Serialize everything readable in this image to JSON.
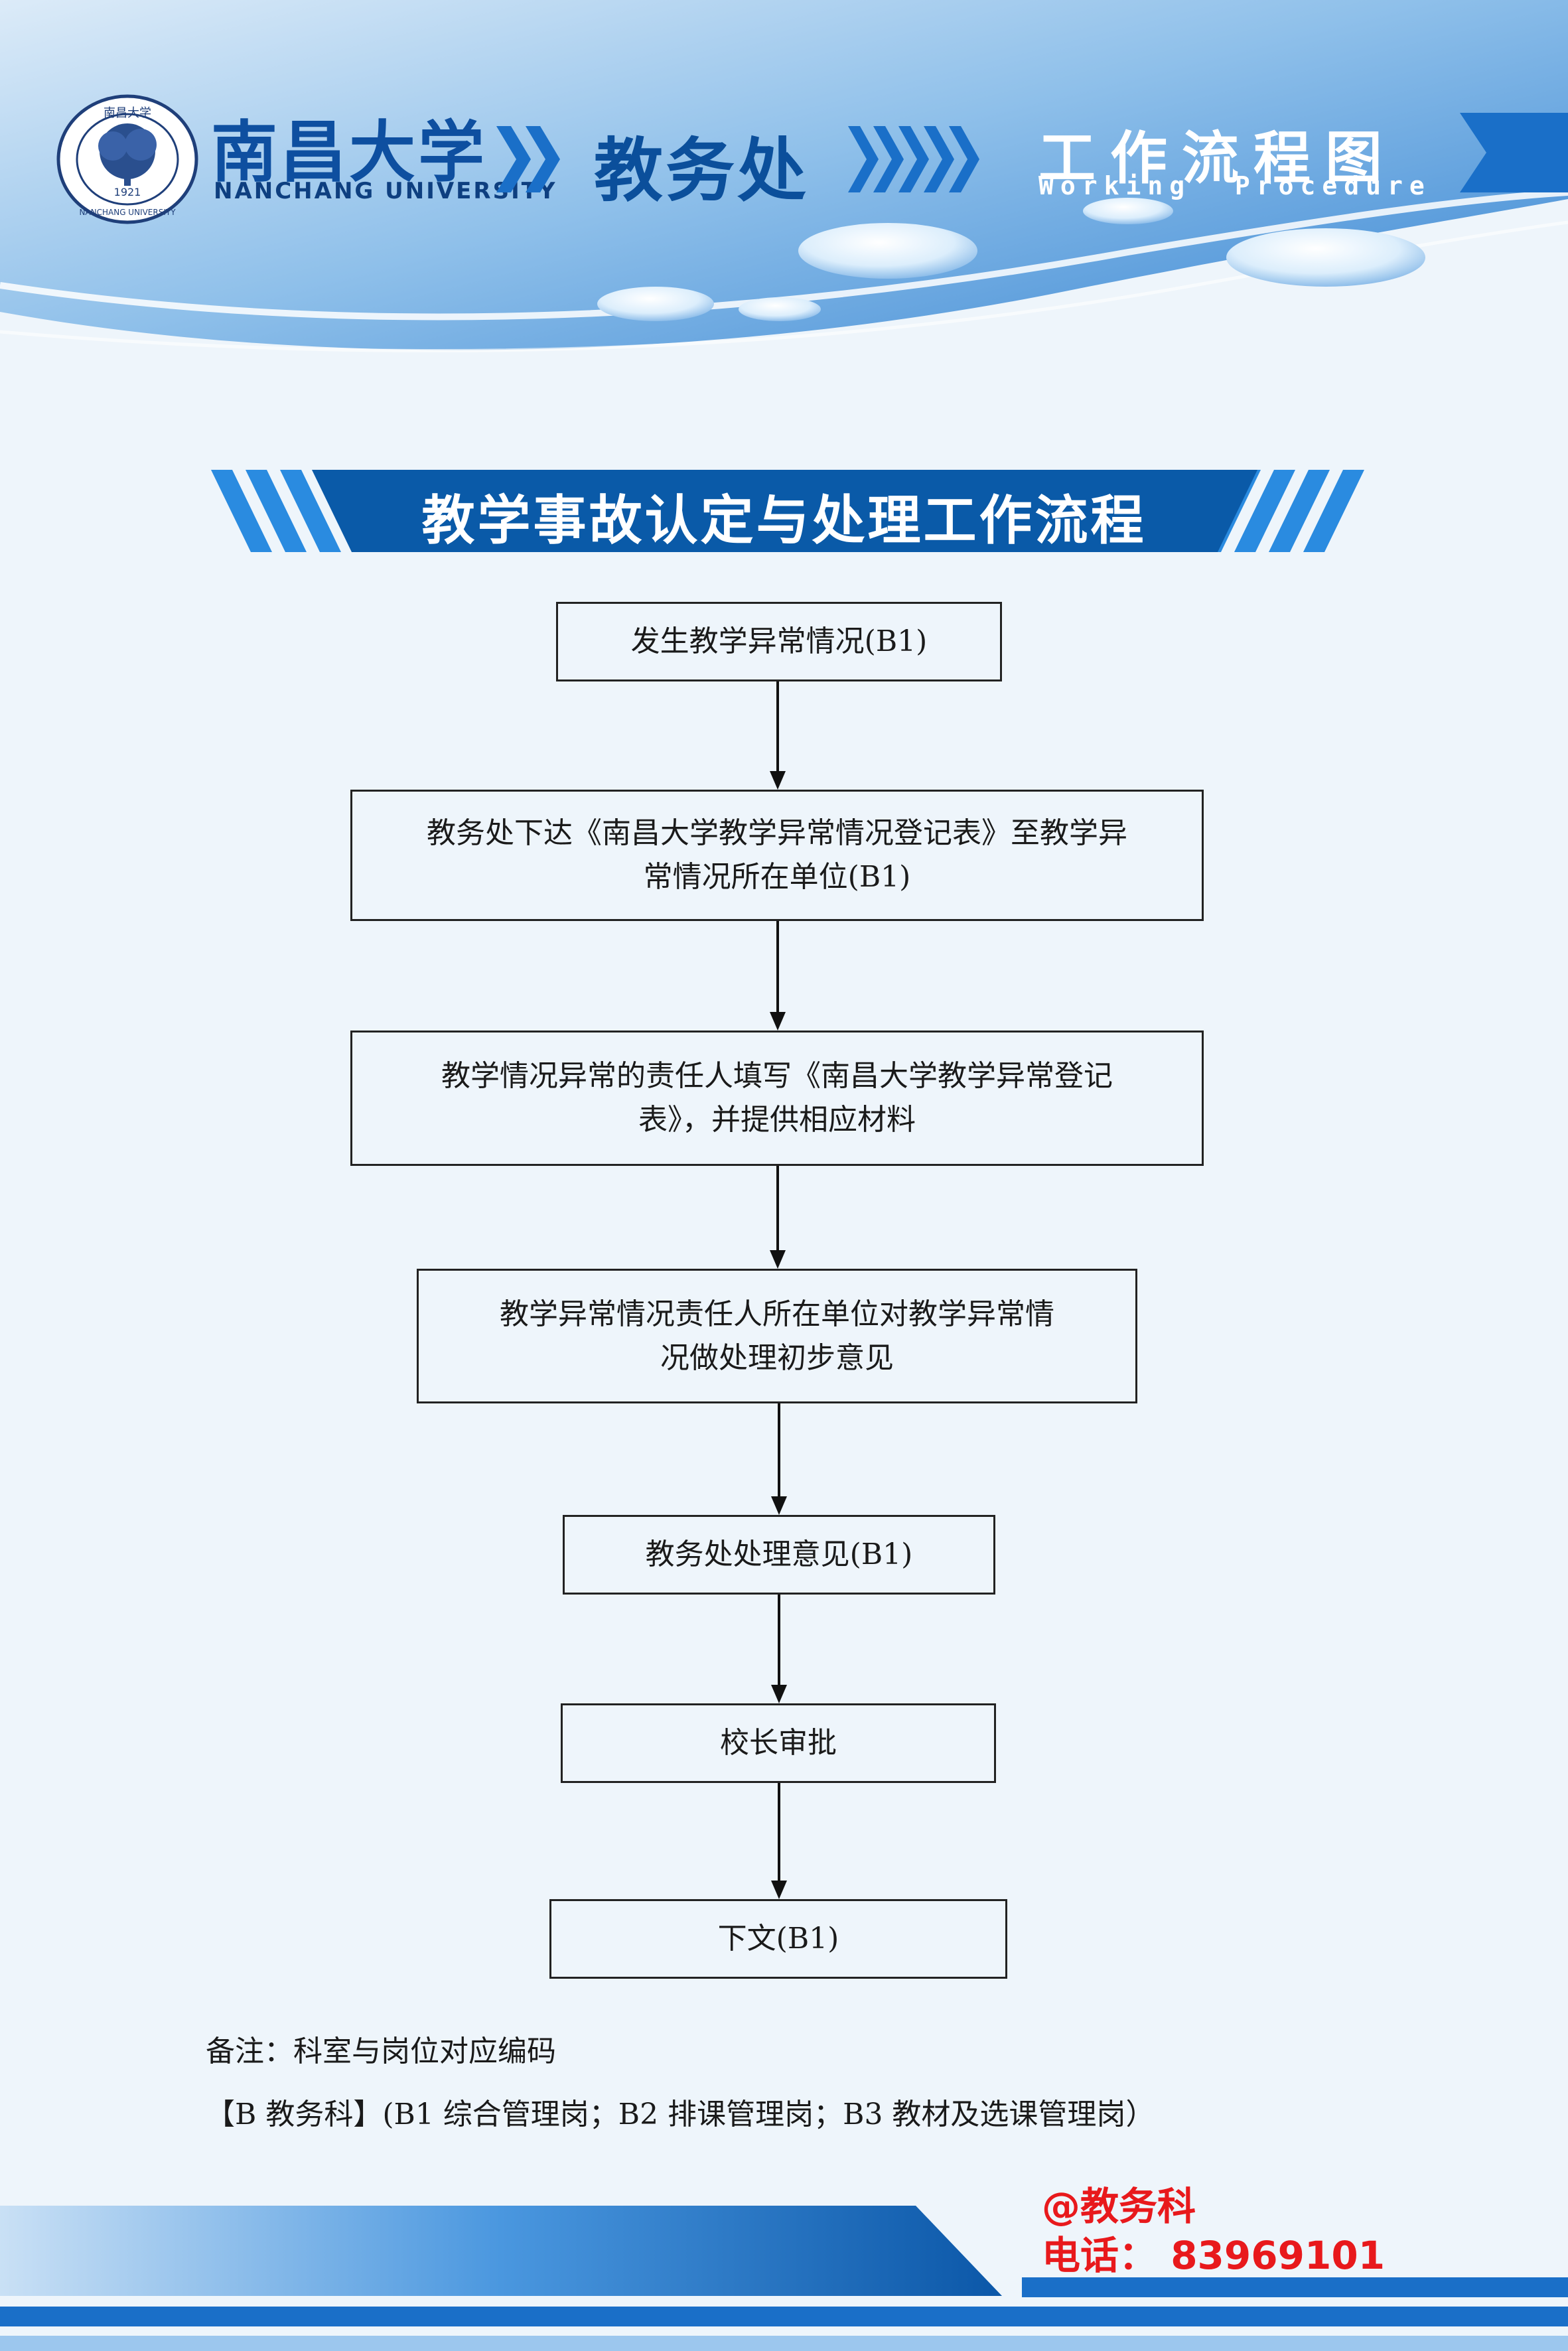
{
  "header": {
    "university_cn": "南昌大学",
    "university_en": "NANCHANG UNIVERSITY",
    "seal_year": "1921",
    "seal_text_cn": "南昌大学",
    "seal_text_en": "NANCHANG UNIVERSITY",
    "office": "教务处",
    "section_title": "工作流程图",
    "section_subtitle": "Working  Procedure"
  },
  "banner": {
    "title": "教学事故认定与处理工作流程"
  },
  "flow": {
    "steps": [
      {
        "line1": "发生教学异常情况(B1)",
        "line2": ""
      },
      {
        "line1": "教务处下达《南昌大学教学异常情况登记表》至教学异",
        "line2": "常情况所在单位(B1)"
      },
      {
        "line1": "教学情况异常的责任人填写《南昌大学教学异常登记",
        "line2": "表》，并提供相应材料"
      },
      {
        "line1": "教学异常情况责任人所在单位对教学异常情",
        "line2": "况做处理初步意见"
      },
      {
        "line1": "教务处处理意见(B1)",
        "line2": ""
      },
      {
        "line1": "校长审批",
        "line2": ""
      },
      {
        "line1": "下文(B1)",
        "line2": ""
      }
    ]
  },
  "notes": {
    "line1": "备注：科室与岗位对应编码",
    "line2": "【B 教务科】(B1 综合管理岗；B2 排课管理岗；B3 教材及选课管理岗）"
  },
  "contact": {
    "dept": "@教务科",
    "phone": "电话： 83969101"
  },
  "colors": {
    "primary_blue": "#0b57a8",
    "banner_blue": "#0a5aa8",
    "stripe_blue": "#2a8be0",
    "accent_red": "#e8191c",
    "background": "#eef5fb"
  }
}
